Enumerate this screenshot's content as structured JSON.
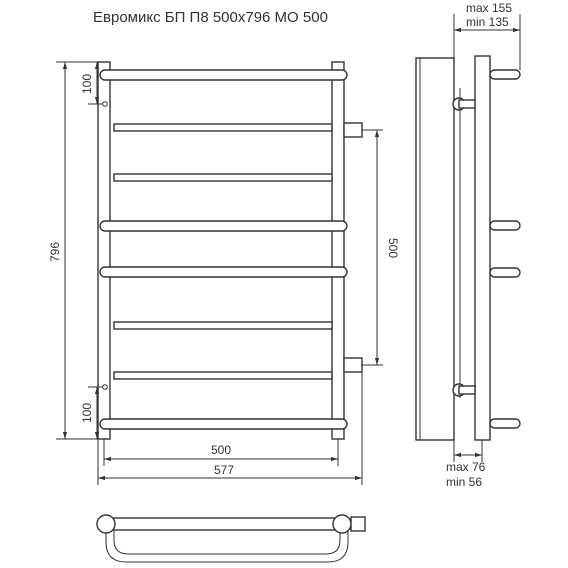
{
  "title": "Евромикс БП П8 500х796 МО 500",
  "dimensions": {
    "height_total": "796",
    "top_offset": "100",
    "bottom_offset": "100",
    "mount_center": "500",
    "width_inner": "500",
    "width_total": "577",
    "depth_max_label": "max 155",
    "depth_min_label": "min 135",
    "wall_max_label": "max 76",
    "wall_min_label": "min 56"
  },
  "colors": {
    "line": "#333333",
    "wall_fill": "#ffffff",
    "background": "#ffffff"
  }
}
